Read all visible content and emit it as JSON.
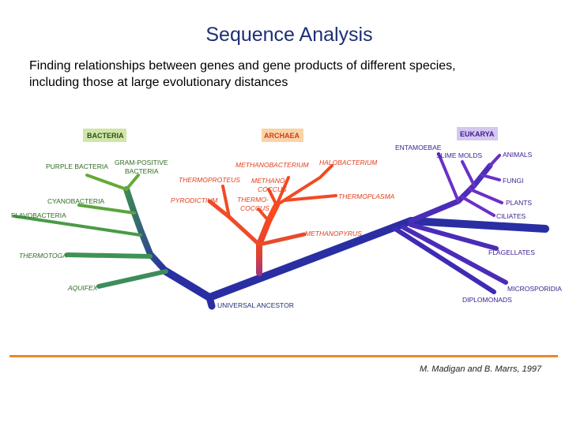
{
  "slide": {
    "title": "Sequence Analysis",
    "body_line1": "Finding relationships between genes and gene products of different species,",
    "body_line2": "including those at large evolutionary distances"
  },
  "tree": {
    "groups": {
      "bacteria": "BACTERIA",
      "archaea": "ARCHAEA",
      "eukarya": "EUKARYA"
    },
    "bacteria": {
      "purple": "PURPLE BACTERIA",
      "gram_line1": "GRAM-POSITIVE",
      "gram_line2": "BACTERIA",
      "cyano": "CYANOBACTERIA",
      "flavo": "FLAVOBACTERIA",
      "thermotoga": "THERMOTOGA",
      "aquifex": "AQUIFEX"
    },
    "archaea": {
      "thermoproteus": "THERMOPROTEUS",
      "pyrodictium": "PYRODICTIUM",
      "methanobacterium": "METHANOBACTERIUM",
      "methanococcus_line1": "METHANO-",
      "methanococcus_line2": "COCCUS",
      "thermococcus_line1": "THERMO-",
      "thermococcus_line2": "COCCUS",
      "halobacterium": "HALOBACTERIUM",
      "thermoplasma": "THERMOPLASMA",
      "methanopyrus": "METHANOPYRUS"
    },
    "eukarya": {
      "entamoebae": "ENTAMOEBAE",
      "slime_molds": "SLIME MOLDS",
      "animals": "ANIMALS",
      "fungi": "FUNGI",
      "plants": "PLANTS",
      "ciliates": "CILIATES",
      "flagellates": "FLAGELLATES",
      "microsporidia": "MICROSPORIDIA",
      "diplomonads": "DIPLOMONADS"
    },
    "root": "UNIVERSAL ANCESTOR",
    "colors": {
      "bacteria": "#4d9a3a",
      "archaea": "#ee5a2a",
      "eukarya": "#6a2fc4",
      "trunk": "#2a2ea3"
    }
  },
  "credit": "M. Madigan and B. Marrs, 1997"
}
